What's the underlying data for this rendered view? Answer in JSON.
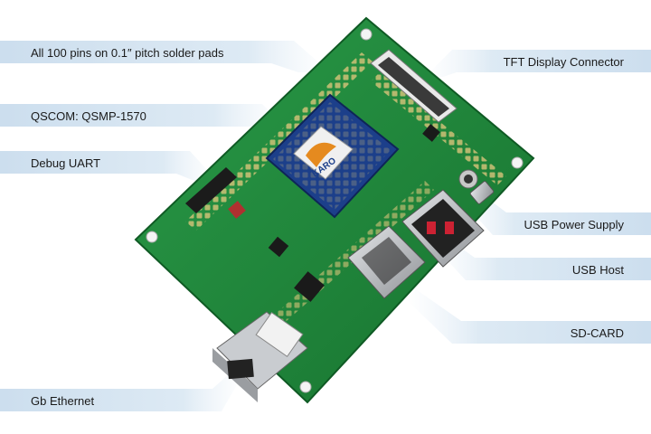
{
  "callouts": {
    "pins": "All 100 pins on 0.1″ pitch solder pads",
    "module": "QSCOM: QSMP-1570",
    "uart": "Debug UART",
    "ethernet": "Gb Ethernet",
    "tft": "TFT Display Connector",
    "usb_power": "USB Power Supply",
    "usb_host": "USB Host",
    "sdcard": "SD-CARD"
  },
  "module_logo": "KARO",
  "colors": {
    "pcb": "#1f8a3c",
    "callout_band": "#cfe1ef",
    "module_blue": "#1c3f8a",
    "silver": "#b9bcc0"
  }
}
